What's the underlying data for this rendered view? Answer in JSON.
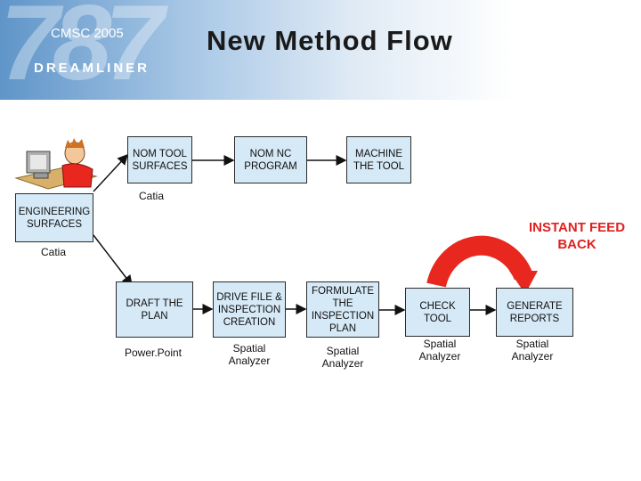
{
  "header": {
    "event": "CMSC 2005",
    "brand": "DREAMLINER",
    "big_number": "787",
    "title": "New Method Flow"
  },
  "boxes": {
    "nom_tool_surfaces": "NOM TOOL SURFACES",
    "nom_nc_program": "NOM NC PROGRAM",
    "machine_the_tool": "MACHINE THE TOOL",
    "engineering_surfaces": "ENGINEERING SURFACES",
    "draft_the_plan": "DRAFT THE PLAN",
    "drive_file_inspection_creation": "DRIVE FILE & INSPECTION CREATION",
    "formulate_inspection_plan": "FORMULATE THE INSPECTION PLAN",
    "check_tool": "CHECK TOOL",
    "generate_reports": "GENERATE REPORTS"
  },
  "labels": {
    "catia_upper": "Catia",
    "catia_lower": "Catia",
    "powerpoint": "Power.Point",
    "spatial_analyzer_1": "Spatial Analyzer",
    "spatial_analyzer_2": "Spatial Analyzer",
    "spatial_analyzer_3": "Spatial Analyzer",
    "spatial_analyzer_4": "Spatial Analyzer"
  },
  "feedback": "INSTANT FEED BACK",
  "colors": {
    "box_fill": "#d6e9f6",
    "feedback_red": "#e02020",
    "arrow_red": "#e8281e"
  },
  "icons": [
    "engineer-at-computer-icon",
    "curved-feedback-arrow-icon"
  ]
}
